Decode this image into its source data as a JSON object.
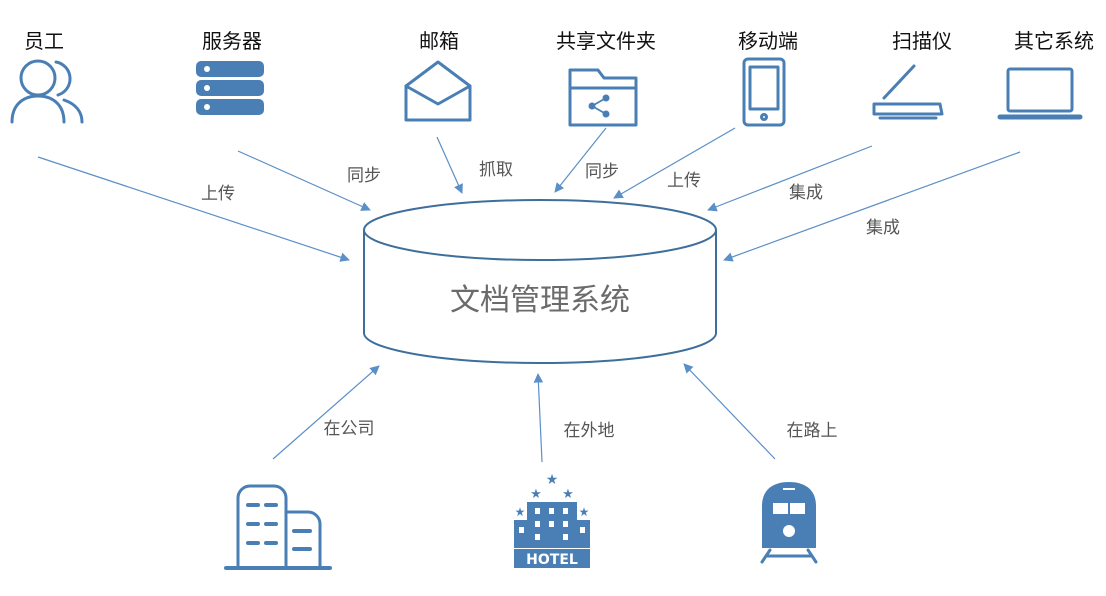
{
  "center": {
    "label": "文档管理系统"
  },
  "sources": [
    {
      "id": "employee",
      "label": "员工",
      "icon": "user-group-icon",
      "edge_label": "上传"
    },
    {
      "id": "server",
      "label": "服务器",
      "icon": "server-icon",
      "edge_label": "同步"
    },
    {
      "id": "mail",
      "label": "邮箱",
      "icon": "envelope-icon",
      "edge_label": "抓取"
    },
    {
      "id": "shared",
      "label": "共享文件夹",
      "icon": "shared-folder-icon",
      "edge_label": "同步"
    },
    {
      "id": "mobile",
      "label": "移动端",
      "icon": "mobile-phone-icon",
      "edge_label": "上传"
    },
    {
      "id": "scanner",
      "label": "扫描仪",
      "icon": "scanner-icon",
      "edge_label": "集成"
    },
    {
      "id": "other",
      "label": "其它系统",
      "icon": "laptop-icon",
      "edge_label": "集成"
    }
  ],
  "locations": [
    {
      "id": "office",
      "icon": "office-building-icon",
      "edge_label": "在公司"
    },
    {
      "id": "away",
      "icon": "hotel-icon",
      "edge_label": "在外地",
      "icon_text": "HOTEL"
    },
    {
      "id": "road",
      "icon": "train-icon",
      "edge_label": "在路上"
    }
  ],
  "colors": {
    "icon": "#4a7fb5",
    "arrow": "#5b8fc7",
    "cylinder": "#3e6f9c"
  }
}
